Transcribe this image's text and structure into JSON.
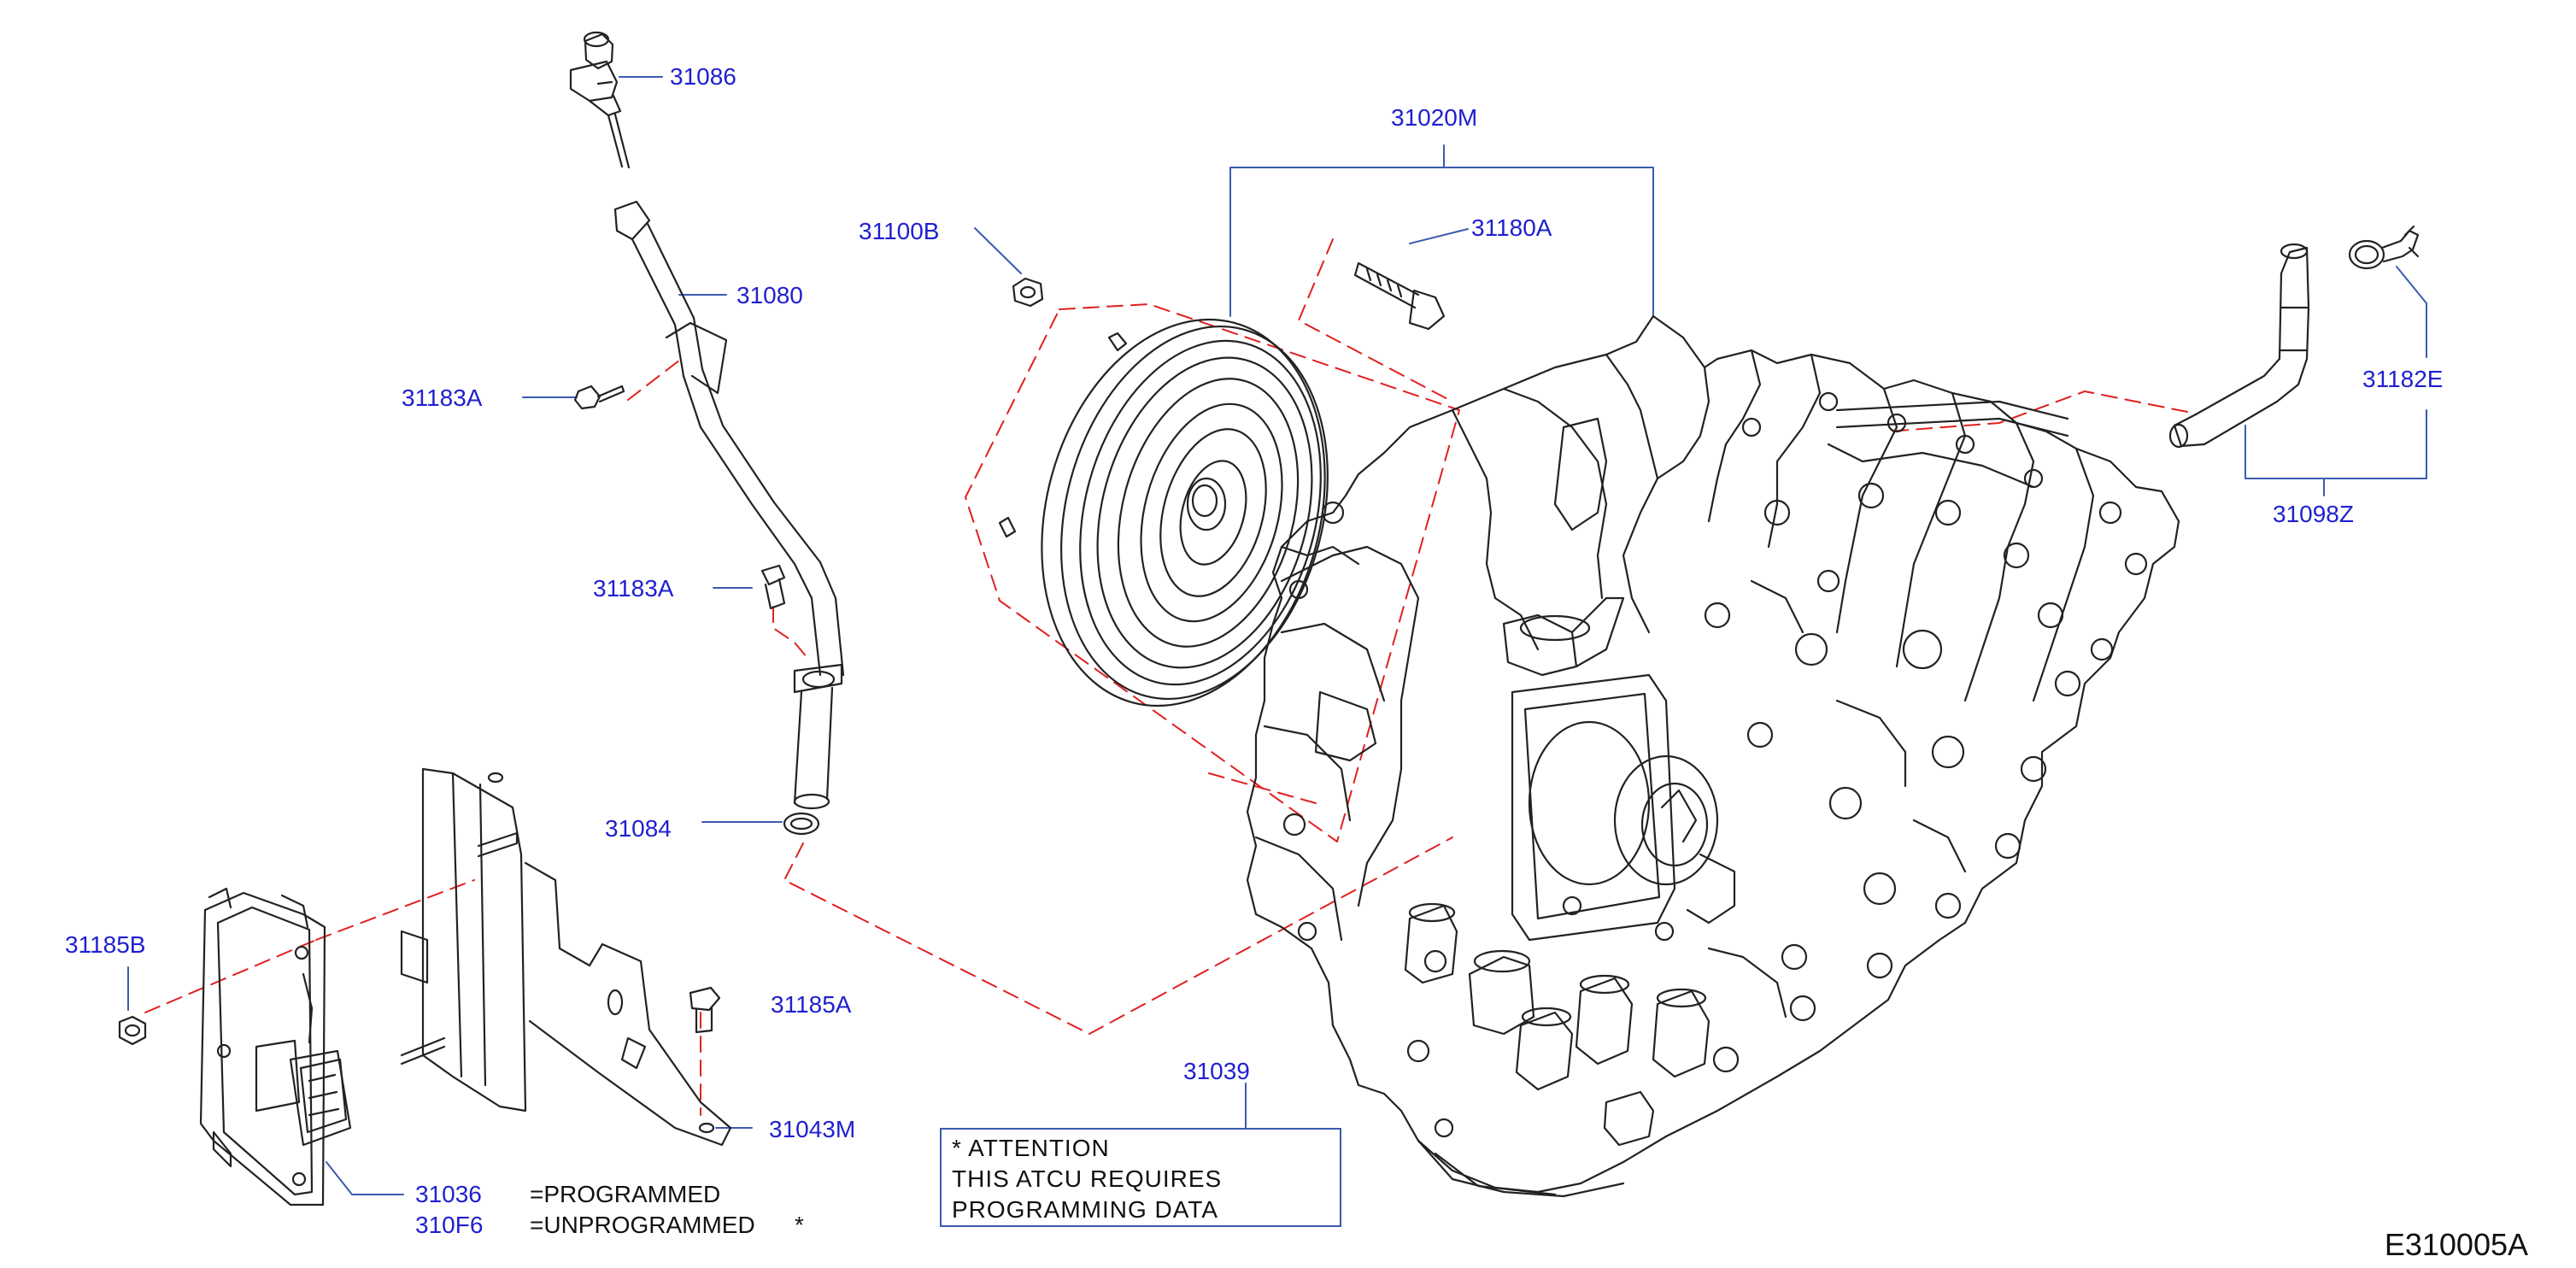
{
  "parts": [
    {
      "id": "p31086",
      "number": "31086"
    },
    {
      "id": "p31080",
      "number": "31080"
    },
    {
      "id": "p31183A_1",
      "number": "31183A"
    },
    {
      "id": "p31183A_2",
      "number": "31183A"
    },
    {
      "id": "p31084",
      "number": "31084"
    },
    {
      "id": "p31185B",
      "number": "31185B"
    },
    {
      "id": "p31185A",
      "number": "31185A"
    },
    {
      "id": "p31043M",
      "number": "31043M"
    },
    {
      "id": "p31036",
      "number": "31036"
    },
    {
      "id": "p310F6",
      "number": "310F6"
    },
    {
      "id": "p31100B",
      "number": "31100B"
    },
    {
      "id": "p31020M",
      "number": "31020M"
    },
    {
      "id": "p31180A",
      "number": "31180A"
    },
    {
      "id": "p31182E",
      "number": "31182E"
    },
    {
      "id": "p31098Z",
      "number": "31098Z"
    },
    {
      "id": "p31039",
      "number": "31039"
    }
  ],
  "legend": {
    "programmed": "=PROGRAMMED",
    "unprogrammed": "=UNPROGRAMMED",
    "unprogrammed_mark": "*"
  },
  "attention_note": {
    "line1": "*  ATTENTION",
    "line2": "THIS  ATCU  REQUIRES",
    "line3": " PROGRAMMING  DATA"
  },
  "diagram_id": "E310005A",
  "colors": {
    "label_blue": "#1f1fd0",
    "leader_blue": "#3a5bb0",
    "dash_red": "#e02020",
    "ink": "#111111"
  }
}
